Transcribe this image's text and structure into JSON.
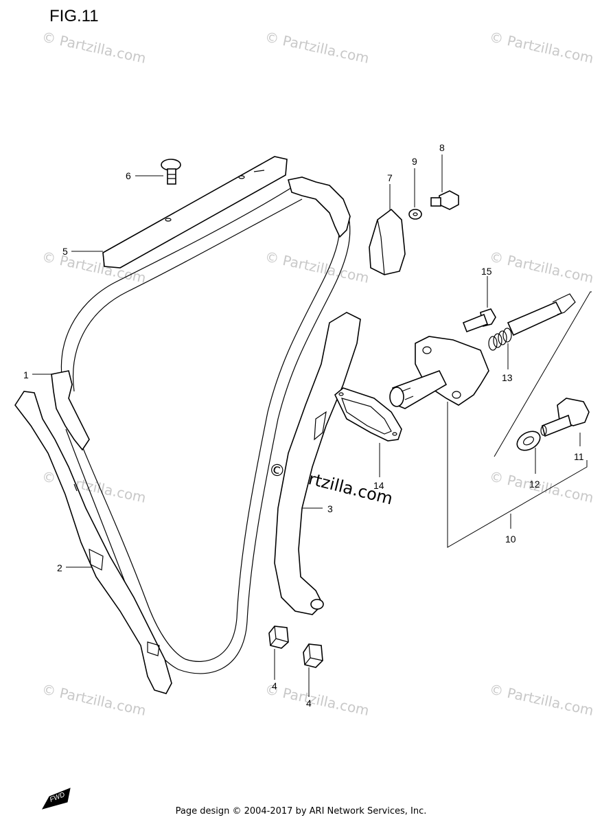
{
  "figure": {
    "title": "FIG.11"
  },
  "watermark": {
    "text": "© Partzilla.com",
    "center_text": "© Partzilla.com"
  },
  "footer": {
    "text": "Page design © 2004-2017 by ARI Network Services, Inc."
  },
  "fwd_badge": {
    "text": "FWD"
  },
  "callouts": {
    "c1": "1",
    "c2": "2",
    "c3": "3",
    "c4a": "4",
    "c4b": "4",
    "c5": "5",
    "c6": "6",
    "c7": "7",
    "c8": "8",
    "c9": "9",
    "c10": "10",
    "c11": "11",
    "c12": "12",
    "c13": "13",
    "c14": "14",
    "c15": "15"
  }
}
